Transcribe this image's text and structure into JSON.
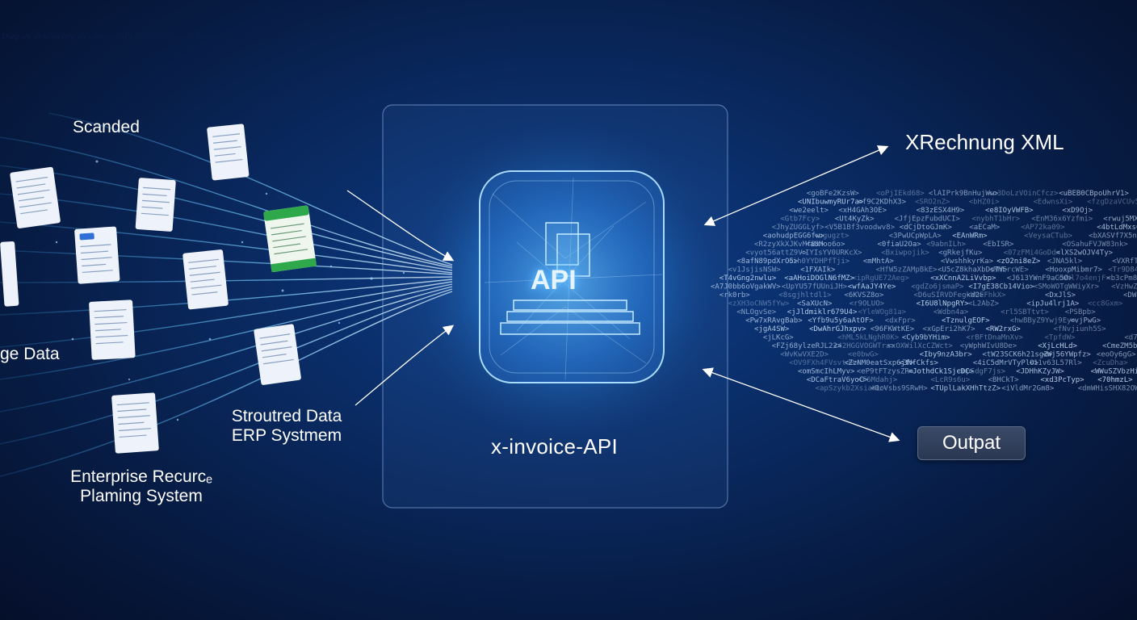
{
  "caption": "Diagram showing how an x-invoice-API transforms invoice data into XRechnung XML",
  "inputs": {
    "scanned_label": "Scanded",
    "image_data_label": "ge Data",
    "structured_label_line1": "Stroutred Data",
    "structured_label_line2": "ERP Systmem",
    "erp_label_line1": "Enterprise Recurcₑ",
    "erp_label_line2": "Plaming System"
  },
  "processor": {
    "glyph": "API",
    "title": "x-invoice-API"
  },
  "outputs": {
    "xml_label": "XRechnung XML",
    "output_button": "Outpat"
  },
  "icons": {
    "arrow": "arrow-icon",
    "document": "invoice-document-icon",
    "chip": "api-chip-icon"
  },
  "colors": {
    "background": "#0a2c66",
    "glow": "#6cc6ff",
    "accent_green": "#2ea84a",
    "accent_blue": "#2f6fd6"
  }
}
